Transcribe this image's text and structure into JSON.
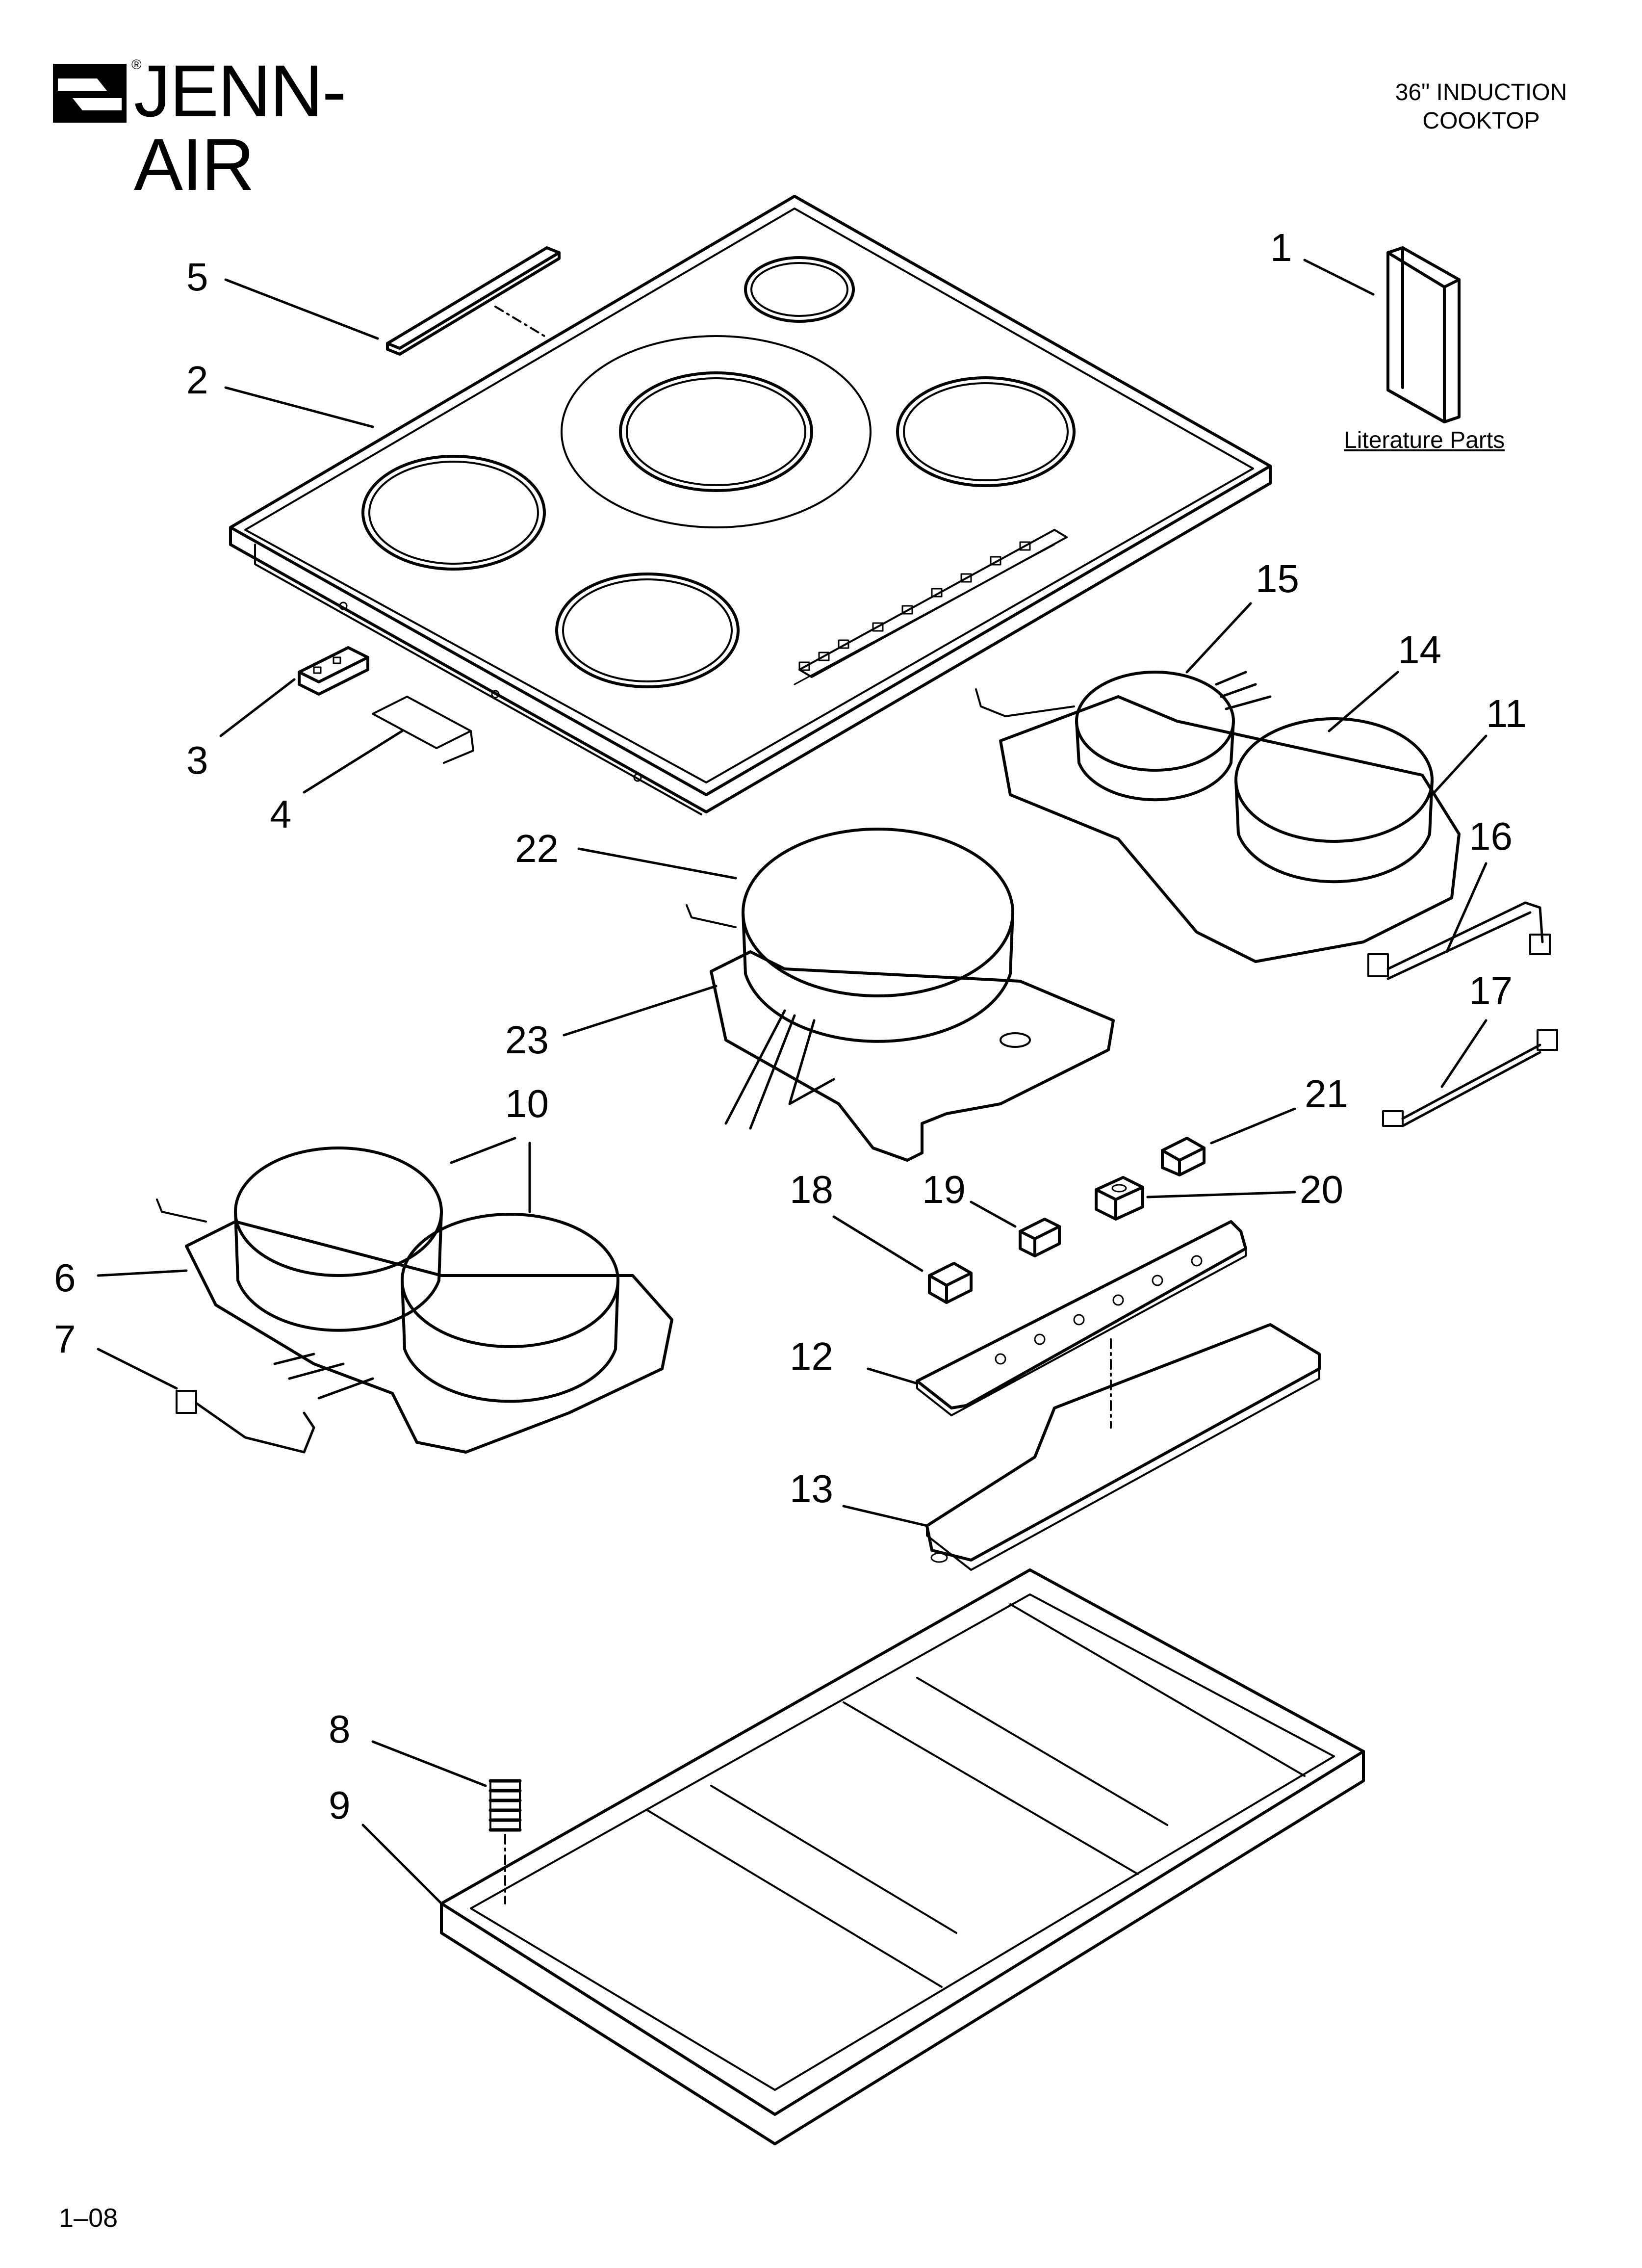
{
  "header": {
    "brand": "JENN-AIR",
    "brand_mark": "®",
    "title_line1": "36\" INDUCTION",
    "title_line2": "COOKTOP"
  },
  "literature_label": "Literature Parts",
  "callouts": {
    "c1": "1",
    "c2": "2",
    "c3": "3",
    "c4": "4",
    "c5": "5",
    "c6": "6",
    "c7": "7",
    "c8": "8",
    "c9": "9",
    "c10": "10",
    "c11": "11",
    "c12": "12",
    "c13": "13",
    "c14": "14",
    "c15": "15",
    "c16": "16",
    "c17": "17",
    "c18": "18",
    "c19": "19",
    "c20": "20",
    "c21": "21",
    "c22": "22",
    "c23": "23"
  },
  "footer": {
    "code": "1–08"
  },
  "colors": {
    "ink": "#000000",
    "paper": "#ffffff"
  }
}
